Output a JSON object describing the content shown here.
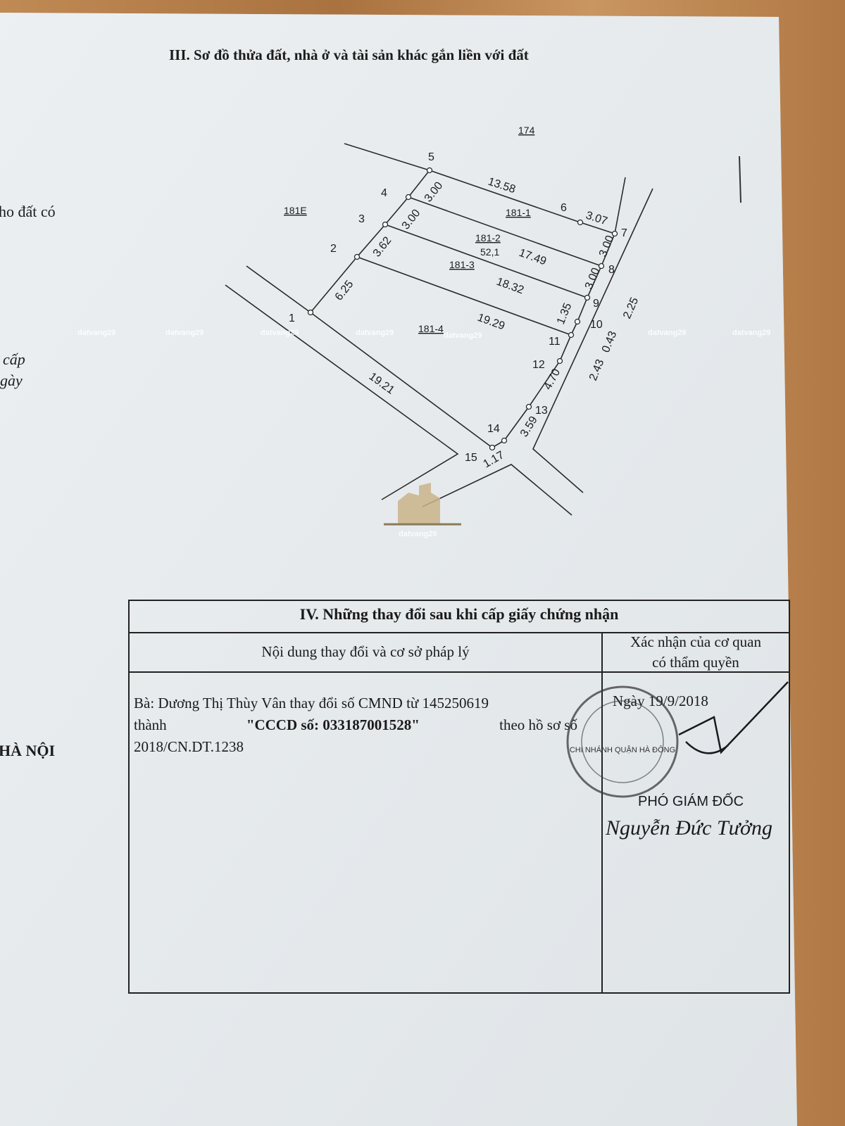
{
  "section3": {
    "title": "III. Sơ đồ thửa đất, nhà ở và tài sản khác gắn liền với đất"
  },
  "left_edge": {
    "line1": "ho đất có",
    "line2": "cấp",
    "line3": "gày",
    "line4": "HÀ NỘI"
  },
  "diagram": {
    "parcels": {
      "north": "174",
      "west": "181E",
      "p1": "181-1",
      "p2": "181-2",
      "p2_area": "52,1",
      "p3": "181-3",
      "p4": "181-4"
    },
    "points": [
      "1",
      "2",
      "3",
      "4",
      "5",
      "6",
      "7",
      "8",
      "9",
      "10",
      "11",
      "12",
      "13",
      "14",
      "15"
    ],
    "lengths": {
      "l5_6": "13.58",
      "l6_7": "3.07",
      "l4_5": "3.00",
      "l3_4": "3.00",
      "l2_3": "3.62",
      "l1_2": "6.25",
      "l7_8": "3.00",
      "l8_9": "3.00",
      "l9_10": "1.35",
      "l10_11": "0.43",
      "l11_12": "2.43",
      "l12_13": "4.70",
      "l13_14": "3.59",
      "l14_15": "1.17",
      "road": "2.25",
      "l4_8": "17.49",
      "l3_9": "18.32",
      "l2_11": "19.29",
      "l1_15": "19.21"
    },
    "watermark": "datvang29"
  },
  "section4": {
    "title": "IV. Những thay đổi sau khi cấp giấy chứng nhận",
    "col1_header": "Nội dung thay đổi và cơ sở pháp lý",
    "col2_header_line1": "Xác nhận của cơ quan",
    "col2_header_line2": "có thẩm quyền",
    "content_line1": "Bà: Dương Thị Thùy Vân thay đổi số CMND từ 145250619",
    "content_line2_a": "thành ",
    "content_line2_b": "\"CCCD số: 033187001528\"",
    "content_line2_c": " theo hồ sơ số",
    "content_line3": "2018/CN.DT.1238",
    "date": "Ngày 19/9/2018",
    "stamp_text": "CHI NHÁNH QUẬN HÀ ĐÔNG",
    "position": "PHÓ GIÁM ĐỐC",
    "signer": "Nguyễn Đức Tưởng"
  }
}
